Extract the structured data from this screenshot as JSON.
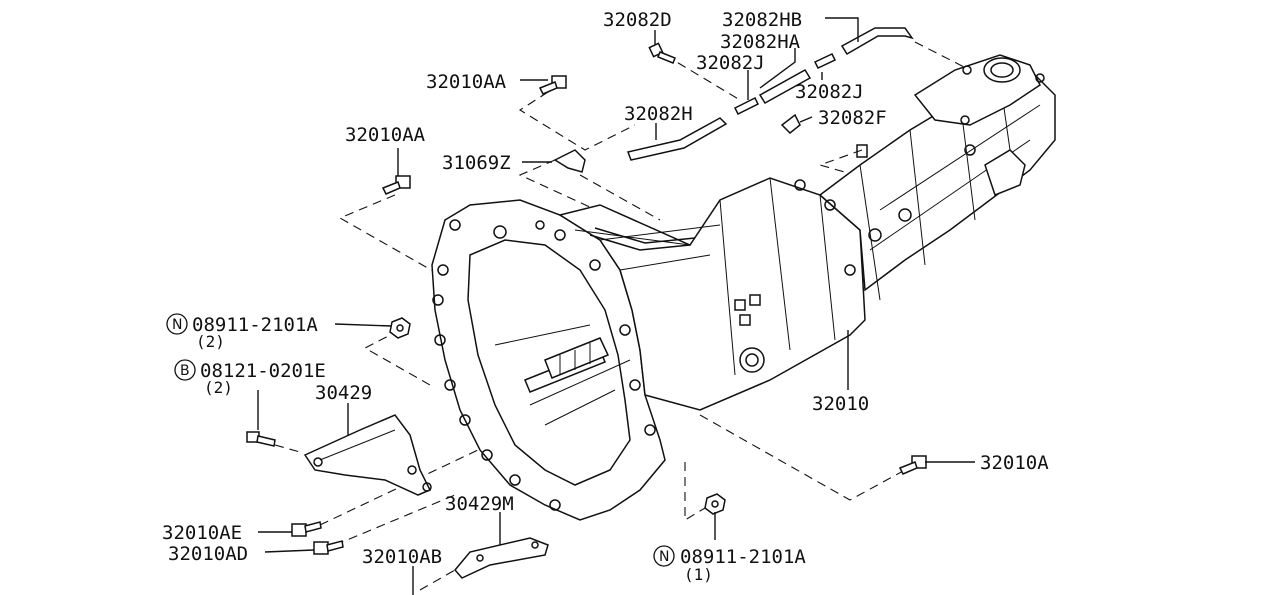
{
  "diagram": {
    "labels": {
      "p32082D": "32082D",
      "p32082HB": "32082HB",
      "p32082HA": "32082HA",
      "p32082J_a": "32082J",
      "p32082J_b": "32082J",
      "p32010AA_a": "32010AA",
      "p32010AA_b": "32010AA",
      "p32082H": "32082H",
      "p32082F": "32082F",
      "p31069Z": "31069Z",
      "n08911_2101A_a": "08911-2101A",
      "n08911_2101A_a_qty": "(2)",
      "b08121_0201E": "08121-0201E",
      "b08121_0201E_qty": "(2)",
      "p30429": "30429",
      "p32010": "32010",
      "p32010A": "32010A",
      "p30429M": "30429M",
      "p32010AE": "32010AE",
      "p32010AD": "32010AD",
      "p32010AB": "32010AB",
      "n08911_2101A_b": "08911-2101A",
      "n08911_2101A_b_qty": "(1)"
    },
    "symbols": {
      "nut_mark": "N",
      "bolt_mark": "B"
    }
  }
}
